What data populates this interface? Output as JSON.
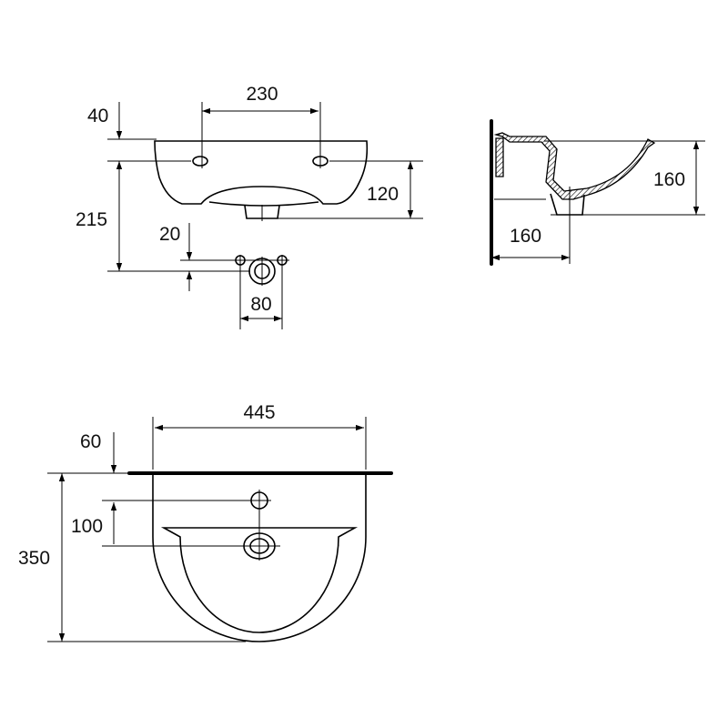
{
  "front_view": {
    "dim_width_taps": "230",
    "dim_top_offset": "40",
    "dim_height_total": "215",
    "dim_height_drain": "120",
    "dim_outlet_offset": "20",
    "dim_outlet_spacing": "80"
  },
  "side_view": {
    "dim_depth": "160",
    "dim_projection": "160"
  },
  "top_view": {
    "dim_width": "445",
    "dim_tap_offset": "60",
    "dim_drain_offset": "100",
    "dim_length": "350"
  },
  "colors": {
    "line": "#000000",
    "background": "#ffffff"
  }
}
